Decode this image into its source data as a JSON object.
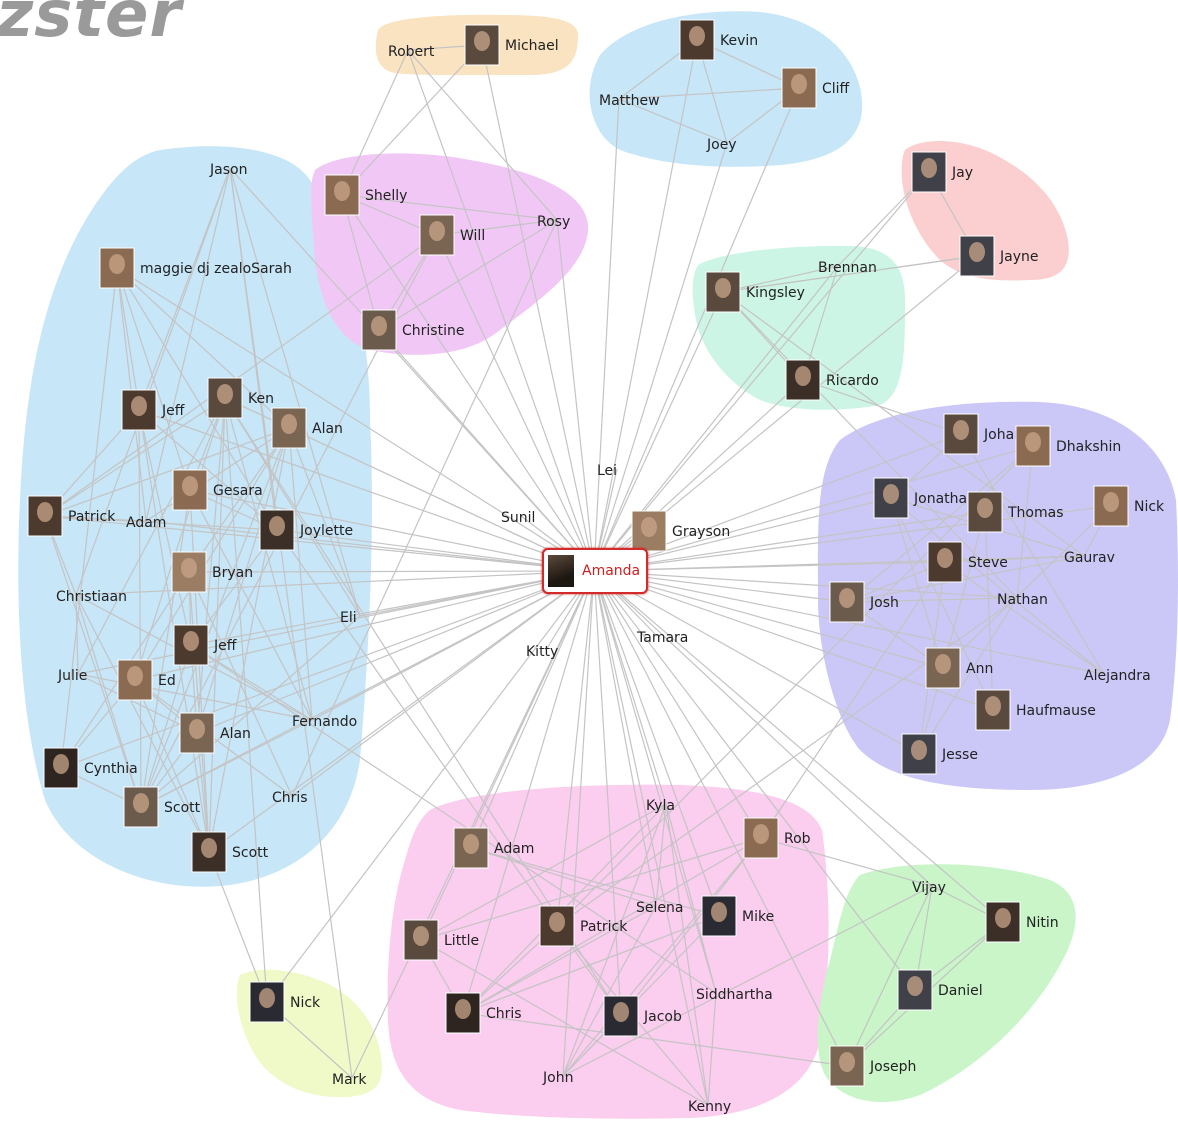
{
  "brand": "zster",
  "center": {
    "name": "Amanda"
  },
  "colors": {
    "blue": "#c7e6f8",
    "purple": "#f1c8f5",
    "orange": "#fae3c0",
    "green_teal": "#cdf5e5",
    "salmon": "#fbcfcf",
    "violet": "#cbc8f8",
    "pink": "#fbcdef",
    "lime": "#effac8",
    "mint": "#c9f5c9",
    "edge": "#c4c4c4",
    "center_border": "#d22b2b"
  },
  "clusters": [
    {
      "id": "left",
      "color": "blue",
      "members": [
        "Jason",
        "maggie dj zealoSarah",
        "Jeff",
        "Ken",
        "Alan",
        "Gesara",
        "Patrick",
        "Adam",
        "Joylette",
        "Bryan",
        "Christiaan",
        "Eli",
        "Jeff",
        "Julie",
        "Ed",
        "Alan",
        "Fernando",
        "Cynthia",
        "Scott",
        "Chris",
        "Scott"
      ]
    },
    {
      "id": "upper-mid",
      "color": "purple",
      "members": [
        "Shelly",
        "Will",
        "Rosy",
        "Christine"
      ]
    },
    {
      "id": "top",
      "color": "orange",
      "members": [
        "Robert",
        "Michael"
      ]
    },
    {
      "id": "top-right",
      "color": "blue",
      "members": [
        "Kevin",
        "Matthew",
        "Cliff",
        "Joey"
      ]
    },
    {
      "id": "right-mid",
      "color": "green_teal",
      "members": [
        "Kingsley",
        "Brennan",
        "Ricardo"
      ]
    },
    {
      "id": "far-right",
      "color": "salmon",
      "members": [
        "Jay",
        "Jayne"
      ]
    },
    {
      "id": "right",
      "color": "violet",
      "members": [
        "Johan",
        "Dhakshin",
        "Jonathan",
        "Thomas",
        "Nick",
        "Steve",
        "Gaurav",
        "Josh",
        "Nathan",
        "Ann",
        "Alejandra",
        "Haufmause",
        "Jesse"
      ]
    },
    {
      "id": "bottom",
      "color": "pink",
      "members": [
        "Kyla",
        "Rob",
        "Adam",
        "Selena",
        "Patrick",
        "Mike",
        "Little",
        "Siddhartha",
        "Chris",
        "Jacob",
        "John",
        "Kenny"
      ]
    },
    {
      "id": "bottom-left",
      "color": "lime",
      "members": [
        "Nick",
        "Mark"
      ]
    },
    {
      "id": "bottom-right",
      "color": "mint",
      "members": [
        "Vijay",
        "Nitin",
        "Daniel",
        "Joseph"
      ]
    }
  ],
  "unclustered": [
    "Lei",
    "Sunil",
    "Grayson",
    "Kitty",
    "Tamara"
  ]
}
